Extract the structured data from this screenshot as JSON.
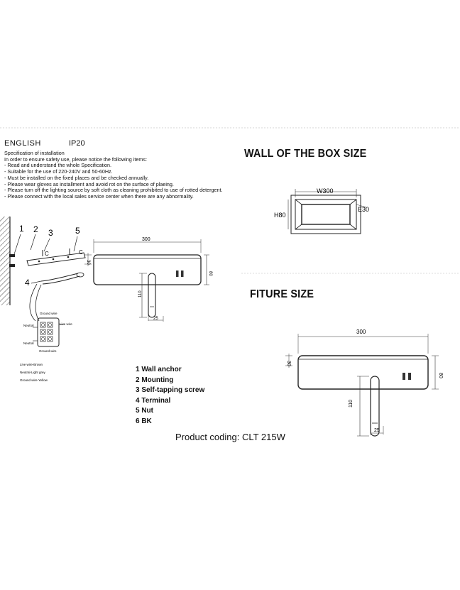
{
  "header": {
    "language": "ENGLISH",
    "rating": "IP20"
  },
  "spec": {
    "lines": [
      "Specification of installation",
      "In order to ensure safety use, please notice the following items:",
      "- Read and understand the whole Specification.",
      "- Suitable for the use of 220-240V and 50-60Hz.",
      "- Must be installed on the fixed places and be checked annually.",
      "- Please wear gloves as installment and avoid rot on the surface of plaeing.",
      "- Please turn off the lighting source by soft cloth as cleaning prohibited to use of rotted detergent.",
      "- Please connect with the local sales service center when there are any abnormality."
    ]
  },
  "box_section": {
    "title": "WALL OF THE BOX SIZE",
    "width_label": "W300",
    "height_label": "H80",
    "depth_label": "E30"
  },
  "fixture_section": {
    "title": "FITURE SIZE",
    "width_label": "300",
    "depth_label": "30",
    "height_label": "80",
    "arm_length_label": "110",
    "arm_width_label": "25"
  },
  "install_drawing": {
    "callouts": [
      "1",
      "2",
      "3",
      "5",
      "4"
    ],
    "fixture_width_label": "300",
    "fixture_depth_label": "30",
    "fixture_height_label": "80",
    "arm_length_label": "110",
    "arm_width_label": "25",
    "screw_label": "C",
    "wiring": {
      "ground_top": "Ground wire",
      "live": "Live wire",
      "neutral_top": "Neutral",
      "neutral_bottom": "Neutral",
      "ground_bottom": "Ground wire",
      "legend": [
        "Live wire-Brown",
        "Neutral-Light grey",
        "Ground wire-Yellow"
      ]
    }
  },
  "parts": [
    "1  Wall anchor",
    "2  Mounting",
    "3  Self-tapping screw",
    "4  Terminal",
    "5  Nut",
    "6  BK"
  ],
  "product_coding": "Product coding: CLT 215W"
}
